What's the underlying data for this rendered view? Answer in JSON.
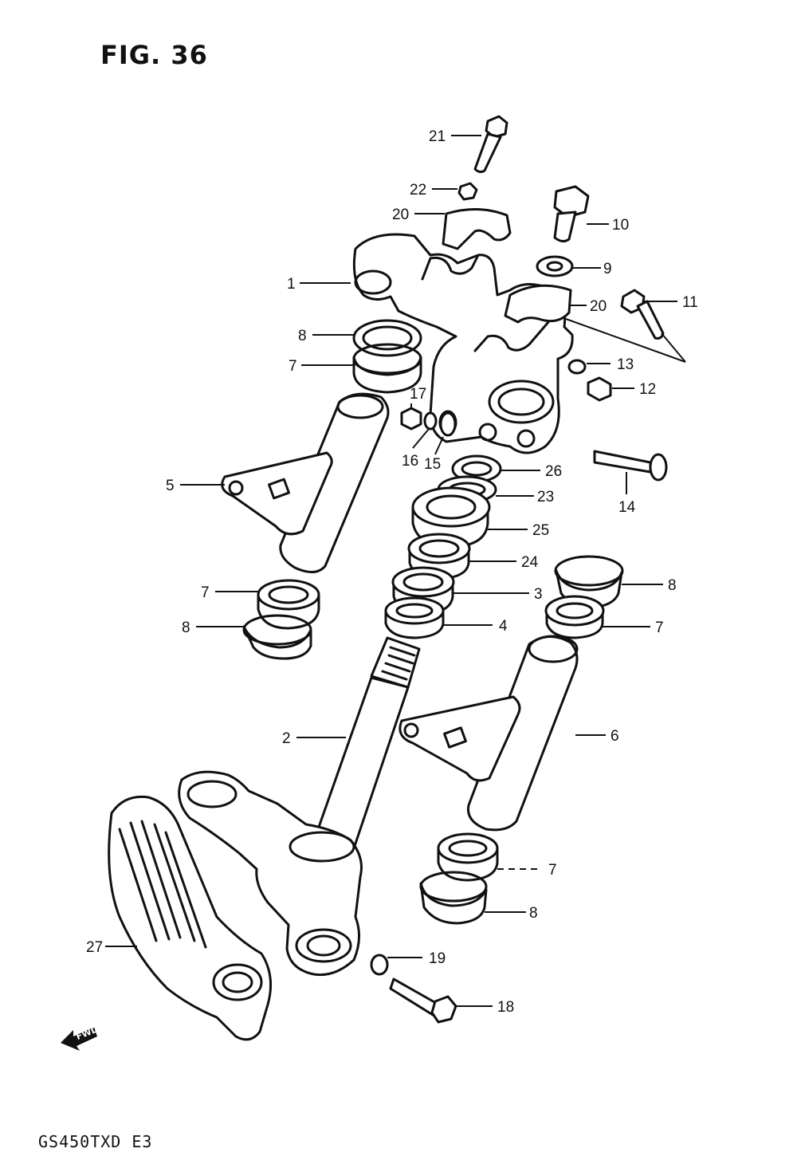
{
  "figure": {
    "title": "FIG. 36"
  },
  "footer": {
    "model_code": "GS450TXD  E3"
  },
  "direction_marker": {
    "label": "FWD"
  },
  "callouts": {
    "c21": "21",
    "c22": "22",
    "c20a": "20",
    "c10": "10",
    "c9": "9",
    "c1": "1",
    "c20b": "20",
    "c11": "11",
    "c8a": "8",
    "c7a": "7",
    "c13": "13",
    "c12": "12",
    "c17": "17",
    "c16": "16",
    "c15": "15",
    "c26": "26",
    "c5": "5",
    "c23": "23",
    "c14": "14",
    "c25": "25",
    "c24": "24",
    "c7b": "7",
    "c8b": "8",
    "c3": "3",
    "c4": "4",
    "c8c": "8",
    "c7c": "7",
    "c2": "2",
    "c6": "6",
    "c7d": "7",
    "c8d": "8",
    "c27": "27",
    "c19": "19",
    "c18": "18"
  }
}
